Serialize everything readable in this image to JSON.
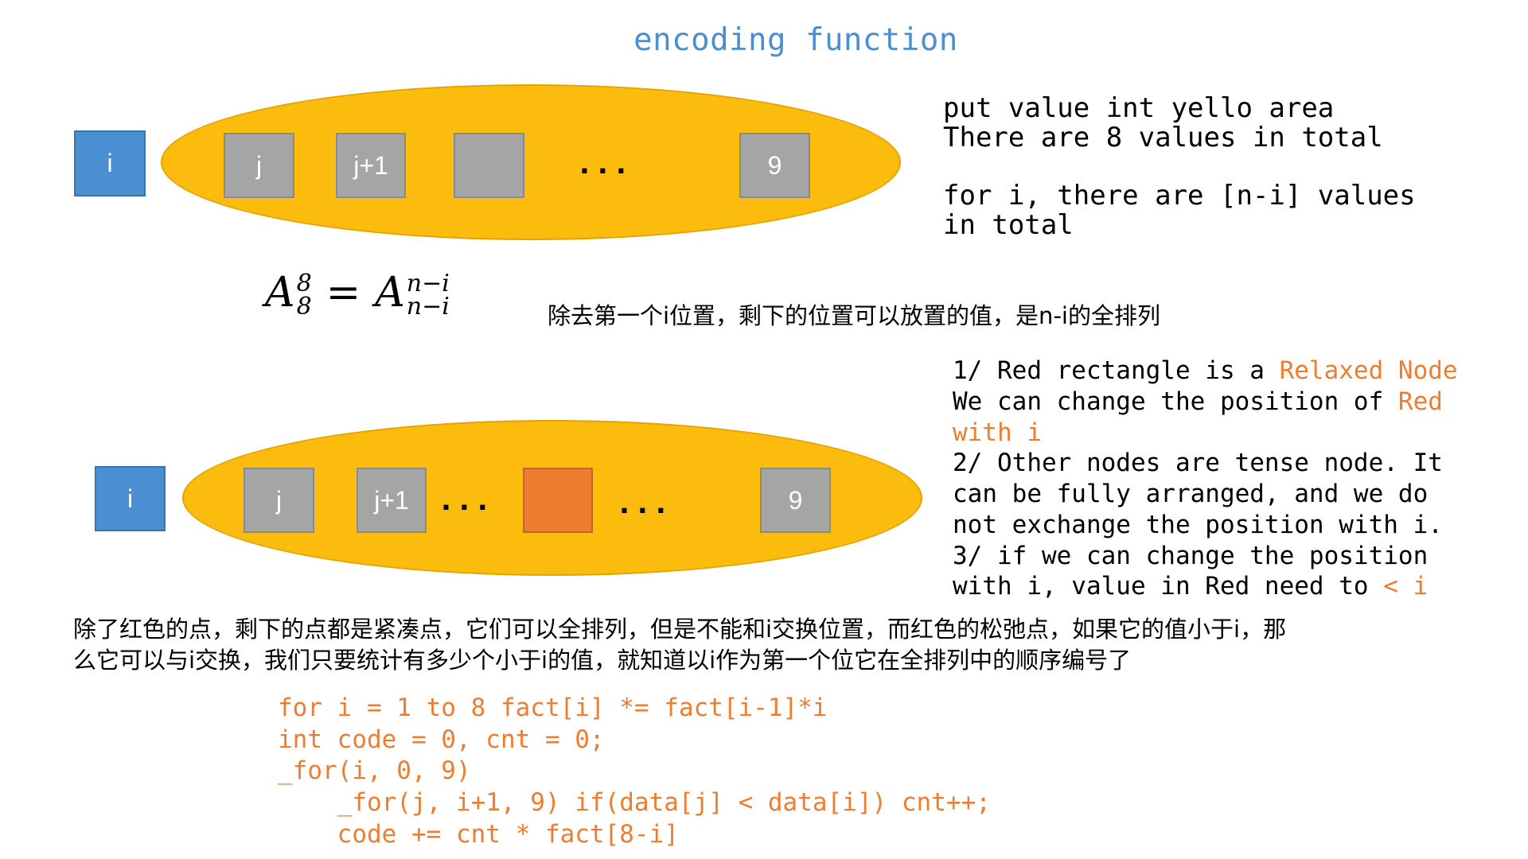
{
  "title": "encoding function",
  "diagram_top": {
    "boxes": {
      "i": "i",
      "j": "j",
      "j1": "j+1",
      "blank": "",
      "dots": "...",
      "nine": "9"
    }
  },
  "diagram_bottom": {
    "boxes": {
      "i": "i",
      "j": "j",
      "j1": "j+1",
      "dots1": "...",
      "red": "",
      "dots2": "...",
      "nine": "9"
    }
  },
  "notes_top": {
    "line1": "put value int yello area",
    "line2": "There are 8 values in total",
    "line3": "for i, there are [n-i] values",
    "line4": "in total"
  },
  "formula": {
    "lhs_base": "A",
    "lhs_sup": "8",
    "lhs_sub": "8",
    "equals": "=",
    "rhs_base": "A",
    "rhs_sup": "n−i",
    "rhs_sub": "n−i"
  },
  "cn_formula_note": "除去第一个i位置，剩下的位置可以放置的值，是n-i的全排列",
  "notes_bottom": {
    "l1a": "1/ Red rectangle is a ",
    "l1b": "Relaxed Node",
    "l2a": "We can change the position of ",
    "l2b": "Red",
    "l3": "with i",
    "l4": "2/ Other nodes are tense node. It",
    "l5": "can be fully arranged, and we do",
    "l6": "not exchange the position with i.",
    "l7": "3/ if we can change the position",
    "l8a": "with i, value in Red need to ",
    "l8b": "< i"
  },
  "cn_paragraph": "除了红色的点，剩下的点都是紧凑点，它们可以全排列，但是不能和i交换位置，而红色的松弛点，如果它的值小于i，那么它可以与i交换，我们只要统计有多少个小于i的值，就知道以i作为第一个位它在全排列中的顺序编号了",
  "code": {
    "line1": "for i = 1 to 8 fact[i] *= fact[i-1]*i",
    "line2": "int code = 0, cnt = 0;",
    "line3": "_for(i, 0, 9)",
    "line4": "    _for(j, i+1, 9) if(data[j] < data[i]) cnt++;",
    "line5": "    code += cnt * fact[8-i]"
  },
  "colors": {
    "title": "#4a8fd2",
    "ellipse": "#fcbc0e",
    "box_gray": "#a5a5a5",
    "box_blue": "#4a8fd2",
    "box_red": "#ed7d31",
    "highlight": "#ed7d31"
  }
}
